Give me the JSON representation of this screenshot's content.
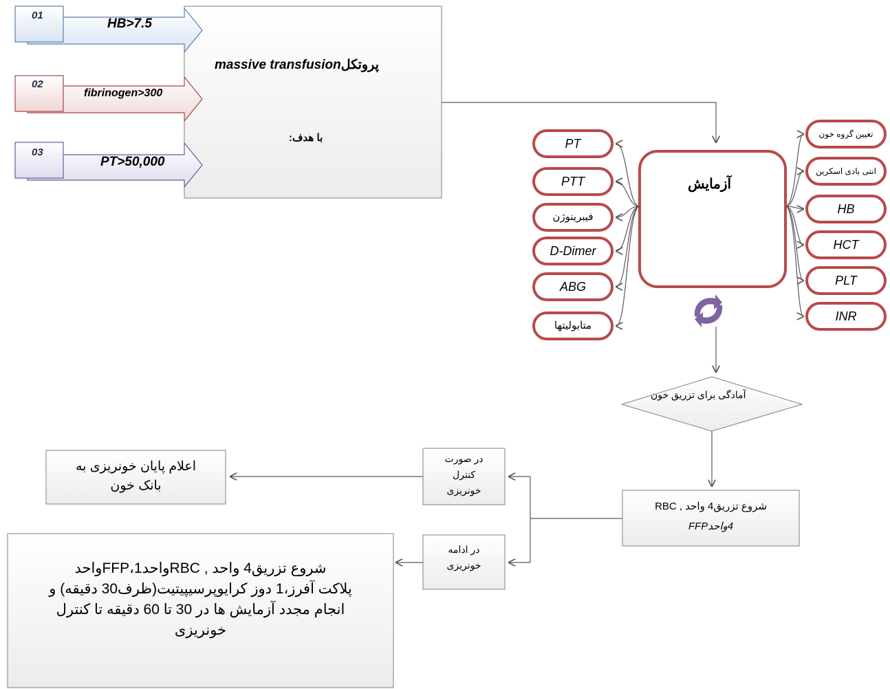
{
  "goals": [
    {
      "num": "01",
      "label": "HB>7.5",
      "stroke": "#5b7fb0",
      "fill_top": "#ffffff",
      "fill_bottom": "#d8e4f2"
    },
    {
      "num": "02",
      "label": "fibrinogen>300",
      "stroke": "#a64545",
      "fill_top": "#ffffff",
      "fill_bottom": "#f0d6d6"
    },
    {
      "num": "03",
      "label": "PT>50,000",
      "stroke": "#6a5a9a",
      "fill_top": "#ffffff",
      "fill_bottom": "#e0dbee"
    }
  ],
  "protocol": {
    "title_latin": "massive transfusion",
    "title_fa": "پروتکل",
    "subtitle": "با هدف:"
  },
  "lab": {
    "label": "آزمایش"
  },
  "left_tests": [
    "PT",
    "PTT",
    "فیبرینوژن",
    "D-Dimer",
    "ABG",
    "متابولیتها"
  ],
  "right_tests": [
    "تعیین گروه خون",
    "انتی بادی اسکرین",
    "HB",
    "HCT",
    "PLT",
    "INR"
  ],
  "decision": {
    "label": "آمادگی برای تزریق خون"
  },
  "start": {
    "line1": "شروع تزریق4 واحد , RBC",
    "line2": "4واحدFFP"
  },
  "branch_control": {
    "lines": [
      "در صورت",
      "کنترل",
      "خونریزی"
    ]
  },
  "branch_continue": {
    "lines": [
      "در ادامه",
      "خونریزی"
    ]
  },
  "end_box": {
    "lines": [
      "اعلام پایان خونریزی به",
      "بانک خون"
    ]
  },
  "continue_box": {
    "lines": [
      "شروع تزریق4 واحد , RBCواحدFFP،1واحد",
      "پلاکت آفرز،1 دوز کرایوپرسیپیتیت(ظرف30 دقیقه) و",
      "انجام مجدد آزمایش ها در 30 تا 60 دقیقه تا کنترل",
      "خونریزی"
    ]
  },
  "colors": {
    "pill_border": "#b84a4a",
    "lab_border": "#b84a4a",
    "box_border": "#808080",
    "box_fill": "#f5f5f5",
    "connector": "#595959",
    "cycle_icon": "#8064a2"
  }
}
